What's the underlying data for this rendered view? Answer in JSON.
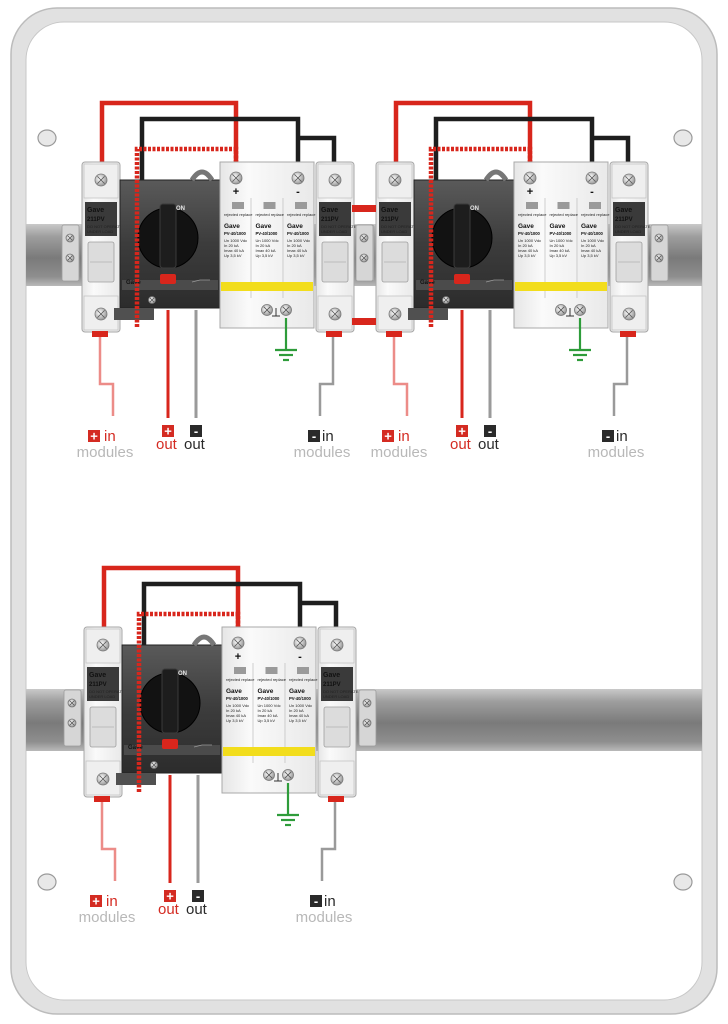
{
  "colors": {
    "red_wire": "#d8261c",
    "black_wire": "#1e1e1e",
    "pink_wire": "#ec8c88",
    "grey_wire": "#9a9a9a",
    "ground_wire": "#2e9c3a",
    "label_red": "#d42b22",
    "label_dark": "#2a2a2a",
    "label_grey": "#b8b8b8",
    "label_pink": "#e3837f",
    "spd_yellow": "#f2dd1c"
  },
  "units": [
    {
      "fuse_left": {
        "brand": "Gave",
        "model": "211PV",
        "note1": "DO NOT OPERATE",
        "note2": "UNDER LOAD"
      },
      "fuse_right": {
        "brand": "Gave",
        "model": "211PV",
        "note1": "DO NOT OPERATE",
        "note2": "UNDER LOAD"
      },
      "switch": {
        "on_label": "ON",
        "brand": "Gave"
      },
      "spd": {
        "plus": "+",
        "minus": "-",
        "replace_tag": "rejected replace",
        "modules": [
          {
            "brand": "Gave",
            "model": "PV-40/1000",
            "spec1": "Un 1000 Vdc",
            "spec2": "In 20 kA",
            "spec3": "Imax 40 kA",
            "spec4": "Up 3,5 kV"
          },
          {
            "brand": "Gave",
            "model": "PV-40/1000",
            "spec1": "Un 1000 Vdc",
            "spec2": "In 20 kA",
            "spec3": "Imax 40 kA",
            "spec4": "Up 3,5 kV"
          },
          {
            "brand": "Gave",
            "model": "PV-40/1000",
            "spec1": "Un 1000 Vdc",
            "spec2": "In 20 kA",
            "spec3": "Imax 40 kA",
            "spec4": "Up 3,5 kV"
          }
        ]
      },
      "labels": {
        "plus_in_sign": "+",
        "plus_in": "in",
        "plus_in_sub": "modules",
        "plus_out_sign": "+",
        "plus_out": "out",
        "minus_out_sign": "-",
        "minus_out": "out",
        "minus_in_sign": "-",
        "minus_in": "in",
        "minus_in_sub": "modules"
      }
    },
    {
      "fuse_left": {
        "brand": "Gave",
        "model": "211PV",
        "note1": "DO NOT OPERATE",
        "note2": "UNDER LOAD"
      },
      "fuse_right": {
        "brand": "Gave",
        "model": "211PV",
        "note1": "DO NOT OPERATE",
        "note2": "UNDER LOAD"
      },
      "switch": {
        "on_label": "ON",
        "brand": "Gave"
      },
      "spd": {
        "plus": "+",
        "minus": "-",
        "replace_tag": "rejected replace",
        "modules": [
          {
            "brand": "Gave",
            "model": "PV-40/1000",
            "spec1": "Un 1000 Vdc",
            "spec2": "In 20 kA",
            "spec3": "Imax 40 kA",
            "spec4": "Up 3,5 kV"
          },
          {
            "brand": "Gave",
            "model": "PV-40/1000",
            "spec1": "Un 1000 Vdc",
            "spec2": "In 20 kA",
            "spec3": "Imax 40 kA",
            "spec4": "Up 3,5 kV"
          },
          {
            "brand": "Gave",
            "model": "PV-40/1000",
            "spec1": "Un 1000 Vdc",
            "spec2": "In 20 kA",
            "spec3": "Imax 40 kA",
            "spec4": "Up 3,5 kV"
          }
        ]
      },
      "labels": {
        "plus_in_sign": "+",
        "plus_in": "in",
        "plus_in_sub": "modules",
        "plus_out_sign": "+",
        "plus_out": "out",
        "minus_out_sign": "-",
        "minus_out": "out",
        "minus_in_sign": "-",
        "minus_in": "in",
        "minus_in_sub": "modules"
      }
    },
    {
      "fuse_left": {
        "brand": "Gave",
        "model": "211PV",
        "note1": "DO NOT OPERATE",
        "note2": "UNDER LOAD"
      },
      "fuse_right": {
        "brand": "Gave",
        "model": "211PV",
        "note1": "DO NOT OPERATE",
        "note2": "UNDER LOAD"
      },
      "switch": {
        "on_label": "ON",
        "brand": "Gave"
      },
      "spd": {
        "plus": "+",
        "minus": "-",
        "replace_tag": "rejected replace",
        "modules": [
          {
            "brand": "Gave",
            "model": "PV-40/1000",
            "spec1": "Un 1000 Vdc",
            "spec2": "In 20 kA",
            "spec3": "Imax 40 kA",
            "spec4": "Up 3,5 kV"
          },
          {
            "brand": "Gave",
            "model": "PV-40/1000",
            "spec1": "Un 1000 Vdc",
            "spec2": "In 20 kA",
            "spec3": "Imax 40 kA",
            "spec4": "Up 3,5 kV"
          },
          {
            "brand": "Gave",
            "model": "PV-40/1000",
            "spec1": "Un 1000 Vdc",
            "spec2": "In 20 kA",
            "spec3": "Imax 40 kA",
            "spec4": "Up 3,5 kV"
          }
        ]
      },
      "labels": {
        "plus_in_sign": "+",
        "plus_in": "in",
        "plus_in_sub": "modules",
        "plus_out_sign": "+",
        "plus_out": "out",
        "minus_out_sign": "-",
        "minus_out": "out",
        "minus_in_sign": "-",
        "minus_in": "in",
        "minus_in_sub": "modules"
      }
    }
  ]
}
